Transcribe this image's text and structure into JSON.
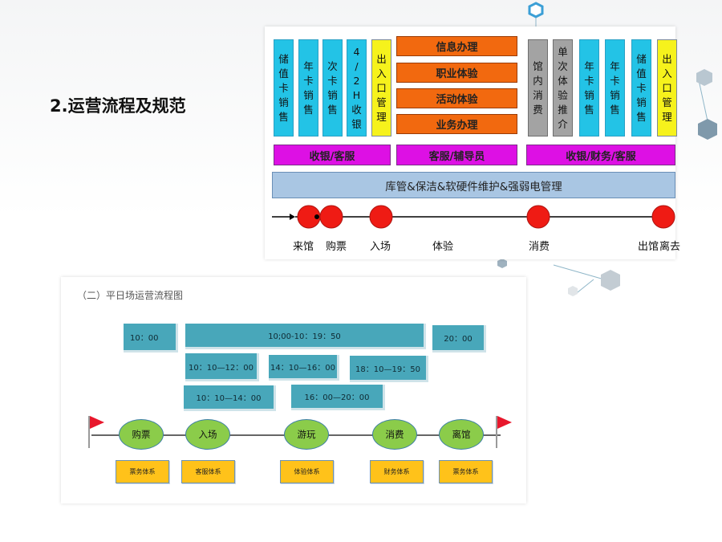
{
  "slide": {
    "title": "2.运营流程及规范"
  },
  "top_diagram": {
    "left_columns": [
      {
        "text": "储值卡销售",
        "color": "#23c3e6"
      },
      {
        "text": "年卡销售",
        "color": "#23c3e6"
      },
      {
        "text": "次卡销售",
        "color": "#23c3e6"
      },
      {
        "text": "4/2H收银",
        "color": "#23c3e6"
      },
      {
        "text": "出入口管理",
        "color": "#f6f21c"
      }
    ],
    "middle_boxes": [
      "信息办理",
      "职业体验",
      "活动体验",
      "业务办理"
    ],
    "right_columns": [
      {
        "text": "馆内消费",
        "color": "#a3a3a3"
      },
      {
        "text": "单次体验推介",
        "color": "#a3a3a3"
      },
      {
        "text": "年卡销售",
        "color": "#23c3e6"
      },
      {
        "text": "年卡销售",
        "color": "#23c3e6"
      },
      {
        "text": "储值卡销售",
        "color": "#23c3e6"
      },
      {
        "text": "出入口管理",
        "color": "#f6f21c"
      }
    ],
    "role_bars": [
      "收银/客服",
      "客服/辅导员",
      "收银/财务/客服"
    ],
    "support_bar": "库管&保洁&软硬件维护&强弱电管理",
    "stages": [
      "来馆",
      "购票",
      "入场",
      "体验",
      "消费",
      "出馆",
      "离去"
    ]
  },
  "bottom_diagram": {
    "title": "（二）平日场运营流程图",
    "time_blocks": {
      "open": "10：00",
      "full_day": "10;00-10：19：50",
      "close": "20：00",
      "ticket_a": "10：10—12：00",
      "ticket_b": "10：10—14：00",
      "play_a": "14：10—16：00",
      "play_b": "16：00—20：00",
      "spend": "18：10—19：50"
    },
    "stages": [
      {
        "name": "购票",
        "system": "票务体系"
      },
      {
        "name": "入场",
        "system": "客服体系"
      },
      {
        "name": "游玩",
        "system": "体验体系"
      },
      {
        "name": "消费",
        "system": "财务体系"
      },
      {
        "name": "离馆",
        "system": "票务体系"
      }
    ]
  },
  "colors": {
    "cyan": "#23c3e6",
    "yellow": "#f6f21c",
    "gray": "#a3a3a3",
    "orange": "#f2690f",
    "magenta": "#dd10e4",
    "support_blue": "#a9c6e3",
    "stage_red": "#ef1b14",
    "time_box_teal": "#48a7ba",
    "oval_green": "#8bcc4a",
    "system_yellow": "#ffc21a",
    "flag_red": "#e8172c"
  },
  "icons": [
    "hexagon-icon",
    "arrow-right-icon",
    "flag-icon"
  ]
}
